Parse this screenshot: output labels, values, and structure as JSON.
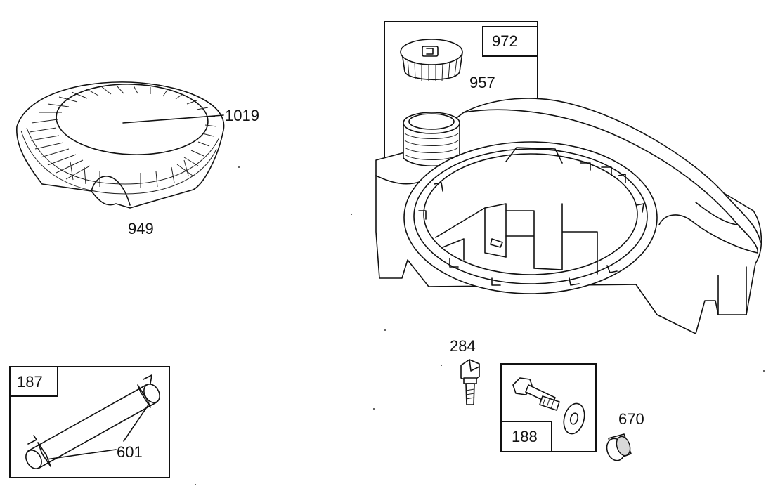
{
  "callouts": {
    "screen_part": "1019",
    "screen_assembly": "949",
    "tank_kit": "972",
    "fuel_cap": "957",
    "pipe_kit": "187",
    "clamp": "601",
    "screw": "284",
    "bolt_kit": "188",
    "spacer": "670"
  }
}
